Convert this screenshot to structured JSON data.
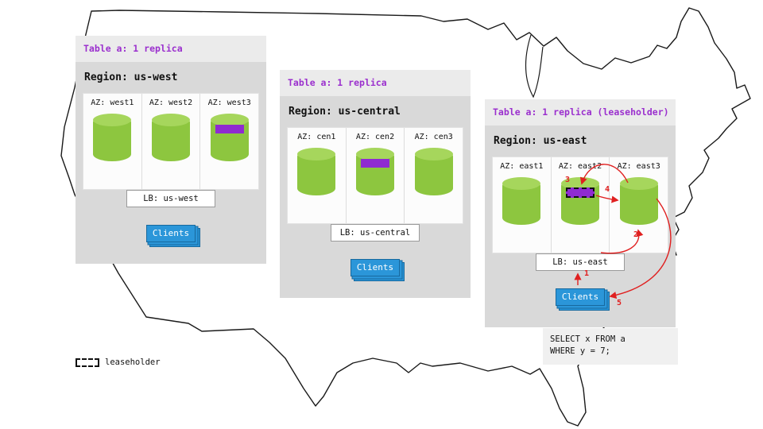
{
  "colors": {
    "card_bg": "#d9d9d9",
    "card_header_bg": "#ebebeb",
    "table_label_purple": "#9b30ce",
    "cylinder_green": "#8dc63f",
    "replica_purple": "#8f2bd1",
    "clients_blue": "#2b96d9",
    "arrow_red": "#e02020"
  },
  "regions": [
    {
      "table_label": "Table a: 1 replica",
      "region_label": "Region: us-west",
      "azs": [
        {
          "label": "AZ: west1"
        },
        {
          "label": "AZ: west2"
        },
        {
          "label": "AZ: west3"
        }
      ],
      "lb_label": "LB: us-west",
      "clients_label": "Clients"
    },
    {
      "table_label": "Table a: 1 replica",
      "region_label": "Region: us-central",
      "azs": [
        {
          "label": "AZ: cen1"
        },
        {
          "label": "AZ: cen2"
        },
        {
          "label": "AZ: cen3"
        }
      ],
      "lb_label": "LB: us-central",
      "clients_label": "Clients"
    },
    {
      "table_label": "Table a: 1 replica (leaseholder)",
      "region_label": "Region: us-east",
      "azs": [
        {
          "label": "AZ: east1"
        },
        {
          "label": "AZ: east2"
        },
        {
          "label": "AZ: east3"
        }
      ],
      "lb_label": "LB: us-east",
      "clients_label": "Clients"
    }
  ],
  "flow_steps": [
    "1",
    "2",
    "3",
    "4",
    "5"
  ],
  "query_box": {
    "lines": [
      "SELECT x FROM a",
      "WHERE y = 7;"
    ]
  },
  "legend": {
    "label": "leaseholder"
  }
}
